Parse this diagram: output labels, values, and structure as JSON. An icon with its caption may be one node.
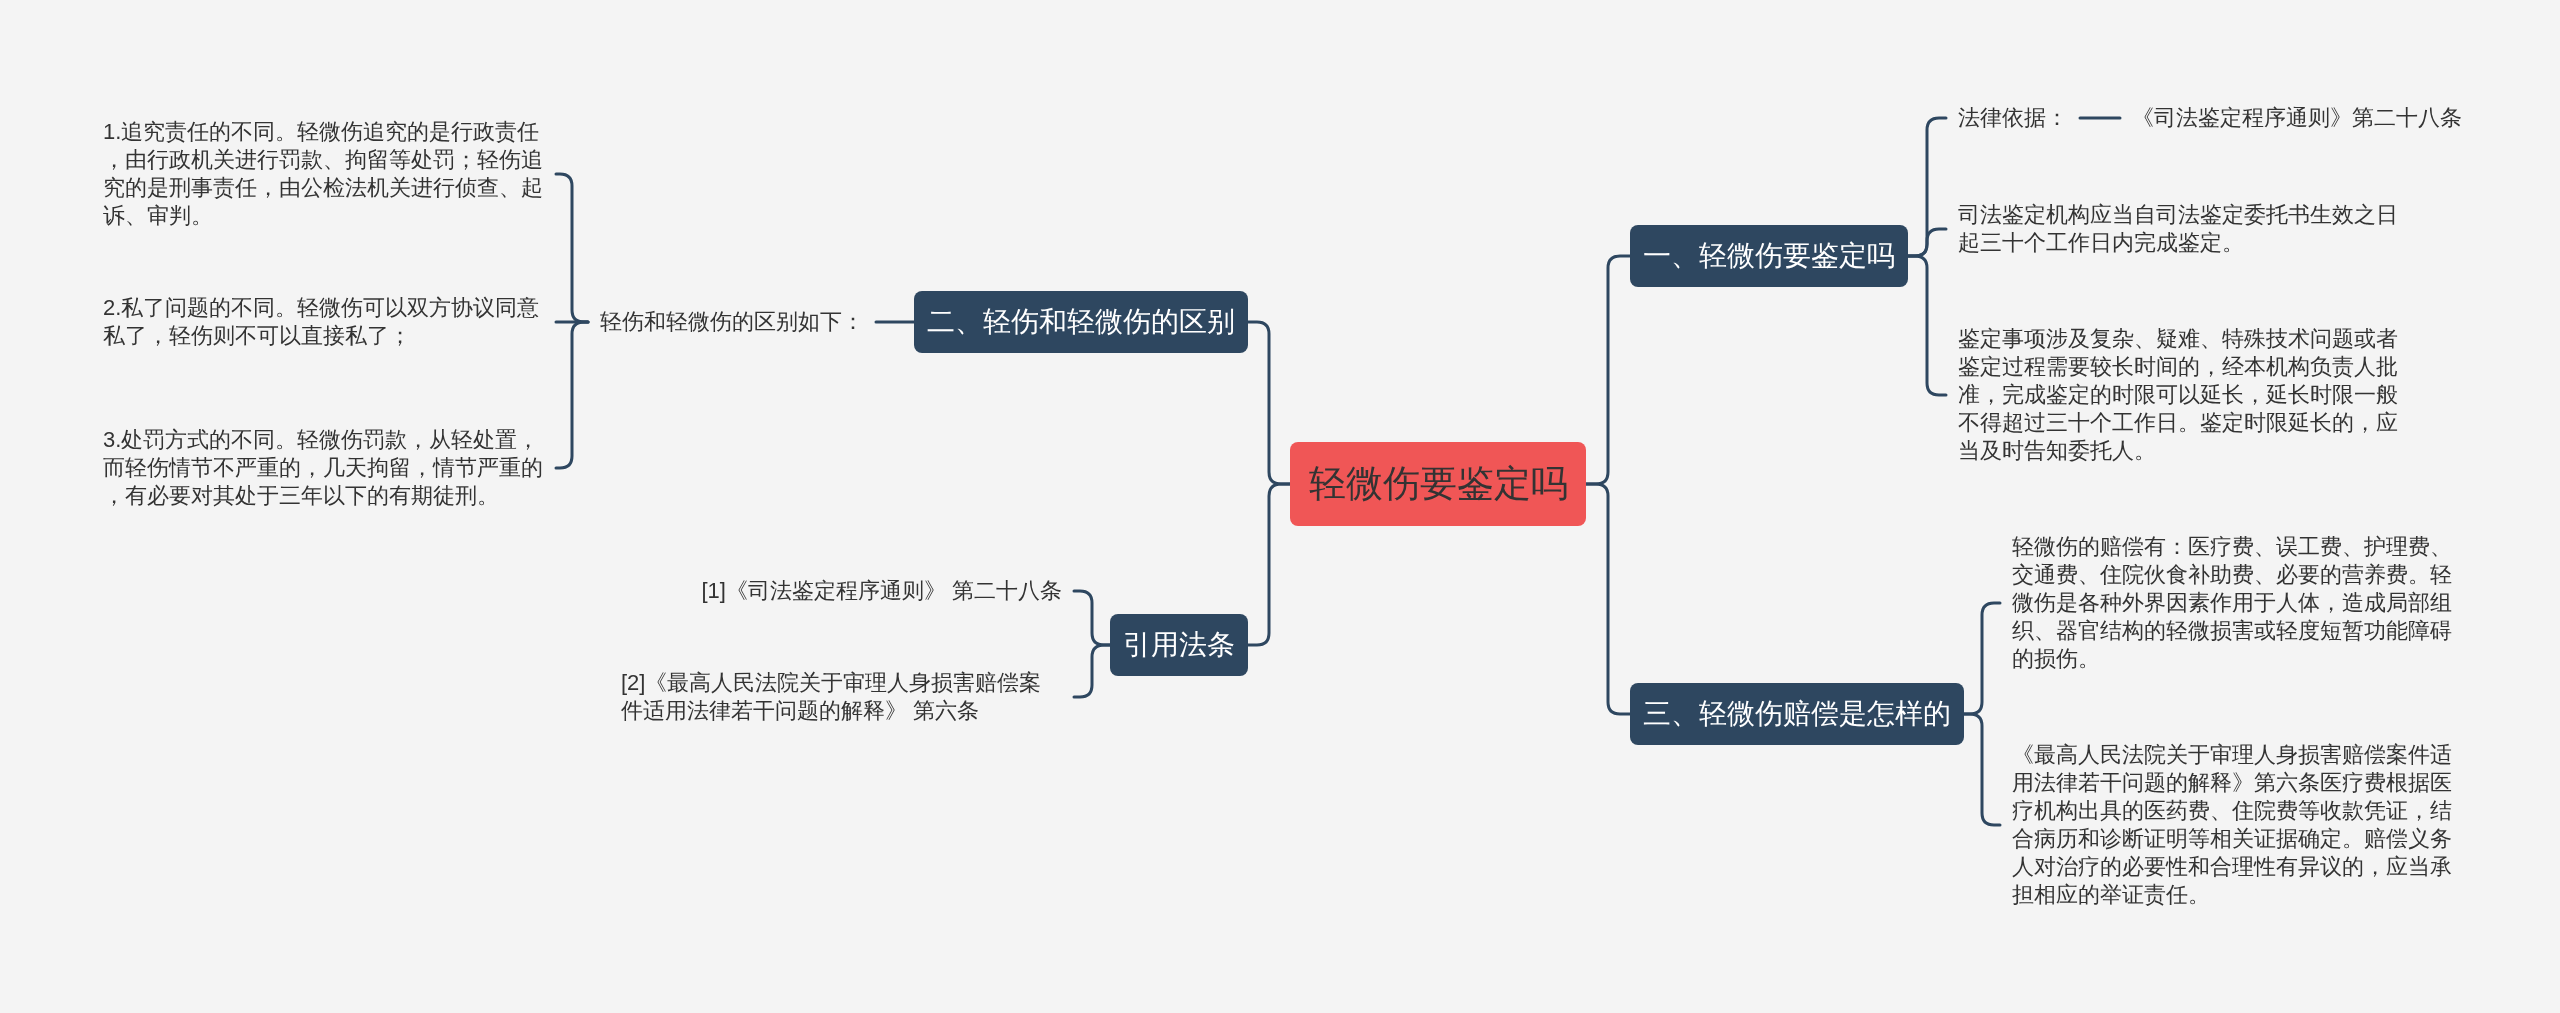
{
  "diagram": {
    "nodes": [
      {
        "text": [
          "轻微伤要鉴定吗"
        ]
      },
      {
        "text": [
          "一、轻微伤要鉴定吗"
        ]
      },
      {
        "text": [
          "法律依据："
        ]
      },
      {
        "text": [
          "《司法鉴定程序通则》第二十八条"
        ]
      },
      {
        "text": [
          "司法鉴定机构应当自司法鉴定委托书生效之日起三十个工作日内完成鉴定。"
        ]
      },
      {
        "text": [
          "鉴定事项涉及复杂、疑难、特殊技术问题或者鉴定过程需要较长时间的，经本机构负责人批准，完成鉴定的时限可以延长，延长时限一般不得超过三十个工作日。鉴定时限延长的，应当及时告知委托人。"
        ]
      },
      {
        "text": [
          "二、轻伤和轻微伤的区别"
        ]
      },
      {
        "text": [
          "轻伤和轻微伤的区别如下："
        ]
      },
      {
        "text": [
          "1.追究责任的不同。轻微伤追究的是行政责任，由行政机关进行罚款、拘留等处罚；轻伤追究的是刑事责任，由公检法机关进行侦查、起诉、审判。"
        ]
      },
      {
        "text": [
          "2.私了问题的不同。轻微伤可以双方协议同意私了，轻伤则不可以直接私了；"
        ]
      },
      {
        "text": [
          "3.处罚方式的不同。轻微伤罚款，从轻处置，而轻伤情节不严重的，几天拘留，情节严重的，有必要对其处于三年以下的有期徒刑。"
        ]
      },
      {
        "text": [
          "三、轻微伤赔偿是怎样的"
        ]
      },
      {
        "text": [
          "轻微伤的赔偿有：医疗费、误工费、护理费、交通费、住院伙食补助费、必要的营养费。轻微伤是各种外界因素作用于人体，造成局部组织、器官结构的轻微损害或轻度短暂功能障碍的损伤。"
        ]
      },
      {
        "text": [
          "《最高人民法院关于审理人身损害赔偿案件适用法律若干问题的解释》第六条医疗费根据医疗机构出具的医药费、住院费等收款凭证，结合病历和诊断证明等相关证据确定。赔偿义务人对治疗的必要性和合理性有异议的，应当承担相应的举证责任。"
        ]
      },
      {
        "text": [
          "引用法条"
        ]
      },
      {
        "text": [
          "[1]《司法鉴定程序通则》 第二十八条"
        ]
      },
      {
        "text": [
          "[2]《最高人民法院关于审理人身损害赔偿案件适用法律若干问题的解释》 第六条"
        ]
      }
    ],
    "edges": [
      {
        "from": 0,
        "to": 1,
        "arrow": "none"
      },
      {
        "from": 1,
        "to": 2,
        "arrow": "none"
      },
      {
        "from": 2,
        "to": 3,
        "arrow": "none"
      },
      {
        "from": 1,
        "to": 4,
        "arrow": "none"
      },
      {
        "from": 1,
        "to": 5,
        "arrow": "none"
      },
      {
        "from": 0,
        "to": 6,
        "arrow": "none"
      },
      {
        "from": 6,
        "to": 7,
        "arrow": "none"
      },
      {
        "from": 7,
        "to": 8,
        "arrow": "none"
      },
      {
        "from": 7,
        "to": 9,
        "arrow": "none"
      },
      {
        "from": 7,
        "to": 10,
        "arrow": "none"
      },
      {
        "from": 0,
        "to": 11,
        "arrow": "none"
      },
      {
        "from": 11,
        "to": 12,
        "arrow": "none"
      },
      {
        "from": 11,
        "to": 13,
        "arrow": "none"
      },
      {
        "from": 0,
        "to": 14,
        "arrow": "none"
      },
      {
        "from": 14,
        "to": 15,
        "arrow": "none"
      },
      {
        "from": 14,
        "to": 16,
        "arrow": "none"
      }
    ]
  }
}
